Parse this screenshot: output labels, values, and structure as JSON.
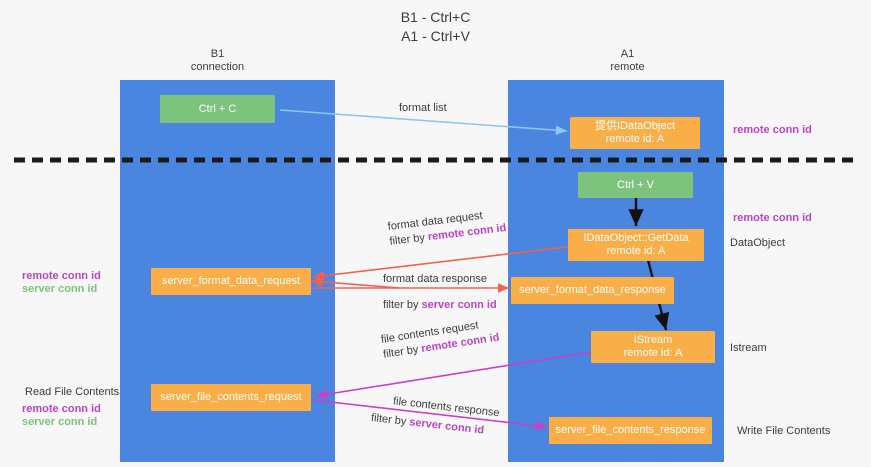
{
  "title": {
    "line1": "B1 - Ctrl+C",
    "line2": "A1 - Ctrl+V"
  },
  "colors": {
    "lane": "#4a86e0",
    "node_orange": "#f9ae47",
    "node_green": "#7dc37d",
    "purple": "#b845c6",
    "green_text": "#7dc37d",
    "text": "#3c3c3c",
    "arrow_blue": "#8fc4ef",
    "arrow_red": "#f4604f",
    "arrow_magenta": "#cc3fc8",
    "arrow_black": "#111111",
    "divider": "#1a1a1a",
    "background": "#f7f7f7"
  },
  "lanes": [
    {
      "id": "b1",
      "title": "B1",
      "subtitle": "connection"
    },
    {
      "id": "a1",
      "title": "A1",
      "subtitle": "remote"
    }
  ],
  "nodes": [
    {
      "id": "ctrl-c",
      "lane": "b1",
      "kind": "green",
      "line1": "Ctrl + C",
      "line2": ""
    },
    {
      "id": "idataobject",
      "lane": "a1",
      "kind": "orange",
      "line1": "提供IDataObject",
      "line2": "remote id: A"
    },
    {
      "id": "ctrl-v",
      "lane": "a1",
      "kind": "green",
      "line1": "Ctrl + V",
      "line2": ""
    },
    {
      "id": "getdata",
      "lane": "a1",
      "kind": "orange",
      "line1": "IDataObject::GetData",
      "line2": "remote id: A"
    },
    {
      "id": "sfdreq",
      "lane": "b1",
      "kind": "orange",
      "line1": "server_format_data_request",
      "line2": ""
    },
    {
      "id": "sfdresp",
      "lane": "a1",
      "kind": "orange",
      "line1": "server_format_data_response",
      "line2": ""
    },
    {
      "id": "istream",
      "lane": "a1",
      "kind": "orange",
      "line1": "IStream",
      "line2": "remote id: A"
    },
    {
      "id": "sfcreq",
      "lane": "b1",
      "kind": "orange",
      "line1": "server_file_contents_request",
      "line2": ""
    },
    {
      "id": "sfcresp",
      "lane": "a1",
      "kind": "orange",
      "line1": "server_file_contents_response",
      "line2": ""
    }
  ],
  "edge_labels": [
    {
      "id": "format-list",
      "line1": "format list",
      "line2": "",
      "line2_strong": ""
    },
    {
      "id": "fmt-data-req",
      "line1": "format data request",
      "line2": "filter by ",
      "line2_strong": "remote conn id"
    },
    {
      "id": "fmt-data-resp",
      "line1": "format data response",
      "line2": "filter by ",
      "line2_strong": "server conn id"
    },
    {
      "id": "file-contents-req",
      "line1": "file contents request",
      "line2": "filter by ",
      "line2_strong": "remote conn id"
    },
    {
      "id": "file-contents-resp",
      "line1": "file contents response",
      "line2": "filter by ",
      "line2_strong": "server conn id"
    }
  ],
  "right_annotations": [
    {
      "id": "right-remote-conn-1",
      "text": "remote conn id",
      "style": "purple"
    },
    {
      "id": "right-remote-conn-2",
      "text": "remote conn id",
      "style": "purple"
    },
    {
      "id": "right-dataobject",
      "text": "DataObject",
      "style": "dark"
    },
    {
      "id": "right-istream",
      "text": "Istream",
      "style": "dark"
    },
    {
      "id": "right-write-file",
      "text": "Write File Contents",
      "style": "dark"
    }
  ],
  "left_annotations": [
    {
      "id": "left-remote-conn-1",
      "text": "remote conn id",
      "style": "purple"
    },
    {
      "id": "left-server-conn-1",
      "text": "server conn id",
      "style": "green"
    },
    {
      "id": "left-read-file",
      "text": "Read File Contents",
      "style": "dark"
    },
    {
      "id": "left-remote-conn-2",
      "text": "remote conn id",
      "style": "purple"
    },
    {
      "id": "left-server-conn-2",
      "text": "server conn id",
      "style": "green"
    }
  ]
}
